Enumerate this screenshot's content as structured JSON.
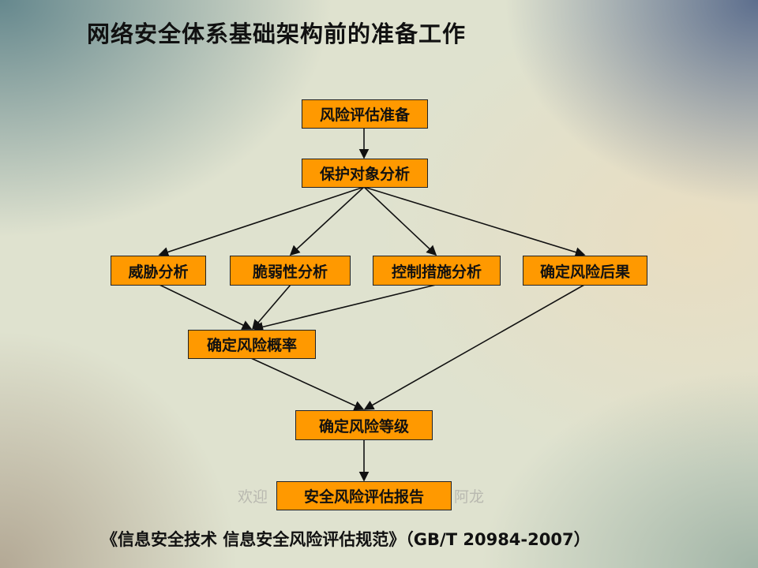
{
  "title": "网络安全体系基础架构前的准备工作",
  "nodes": {
    "prep": "风险评估准备",
    "asset": "保护对象分析",
    "threat": "威胁分析",
    "vuln": "脆弱性分析",
    "control": "控制措施分析",
    "consequence": "确定风险后果",
    "probability": "确定风险概率",
    "level": "确定风险等级",
    "report": "安全风险评估报告"
  },
  "watermark": {
    "left": "欢迎",
    "right": "阿龙"
  },
  "reference": "《信息安全技术 信息安全风险评估规范》（GB/T 20984-2007）",
  "colors": {
    "node_fill": "#ff9900",
    "arrow": "#111111"
  }
}
